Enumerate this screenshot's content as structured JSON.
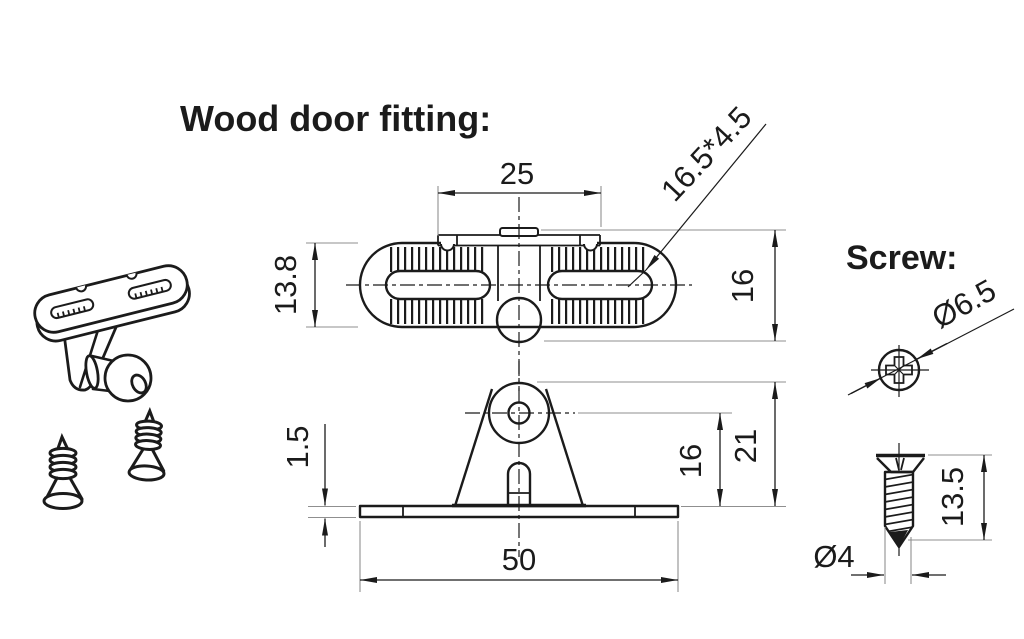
{
  "title": "Wood door fitting:",
  "views": {
    "top": {
      "dim_slot_spacing": "25",
      "dim_body_width": "13.8",
      "dim_slot_size": "16.5*4.5",
      "dim_overall_width": "16"
    },
    "front": {
      "dim_plate_thickness": "1.5",
      "dim_pivot_height": "16",
      "dim_total_height": "21",
      "dim_base_length": "50"
    },
    "screw": {
      "label": "Screw:",
      "dim_head_diameter": "Ø6.5",
      "dim_length": "13.5",
      "dim_shank_diameter": "Ø4"
    }
  },
  "colors": {
    "background": "#ffffff",
    "line": "#1b1b1b",
    "extension_line": "#8f8f8f"
  }
}
